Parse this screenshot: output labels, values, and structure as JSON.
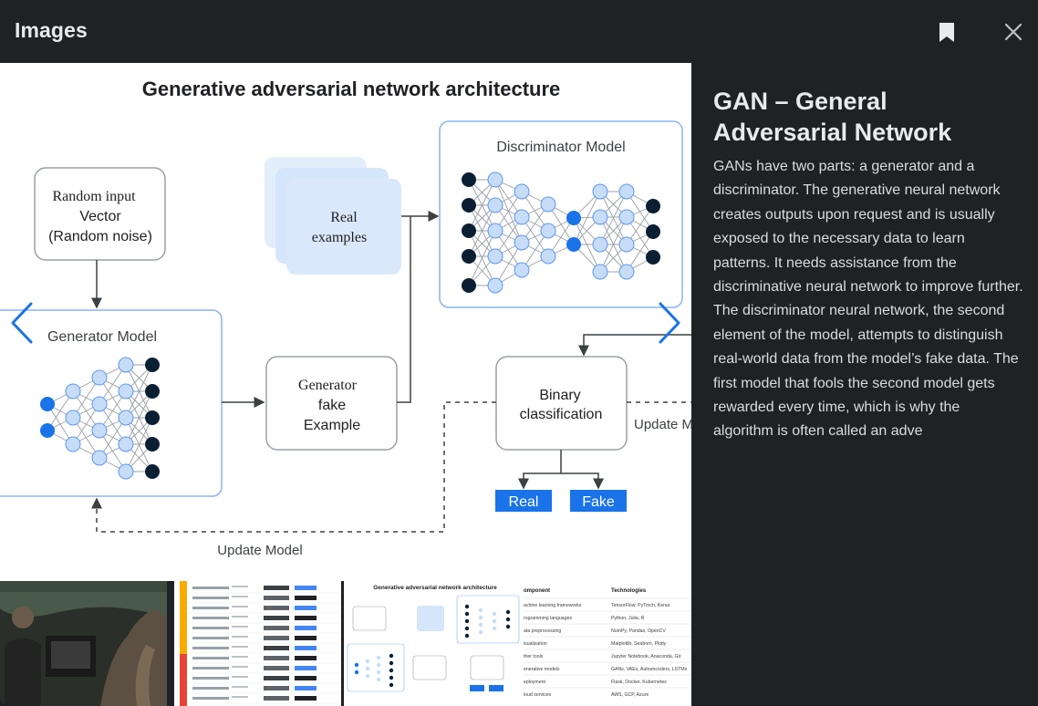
{
  "header": {
    "title": "Images"
  },
  "icons": {
    "bookmark": "bookmark-icon",
    "close": "close-icon",
    "prev": "chevron-left-icon",
    "next": "chevron-right-icon"
  },
  "colors": {
    "accent": "#1a73e8",
    "node_dark": "#0b1f33",
    "node_blue": "#1a73e8",
    "node_light": "#c7dcf7",
    "label_blue": "#1a73e8"
  },
  "diagram": {
    "title": "Generative adversarial network architecture",
    "random_input_lines": [
      "Random input",
      "Vector",
      "(Random noise)"
    ],
    "real_examples_lines": [
      "Real",
      "examples"
    ],
    "discriminator_label": "Discriminator Model",
    "generator_label": "Generator Model",
    "fake_lines": [
      "Generator",
      "fake",
      "Example"
    ],
    "binary_lines": [
      "Binary",
      "classification"
    ],
    "real_label": "Real",
    "fake_label": "Fake",
    "update_left": "Update Model",
    "update_right": "Update M"
  },
  "info": {
    "title": "GAN – General Adversarial Network",
    "description": "GANs have two parts: a generator and a discriminator. The generative neural network creates outputs upon request and is usually exposed to the necessary data to learn patterns. It needs assistance from the discriminative neural network to improve further. The discriminator neural network, the second element of the model, attempts to distinguish real-world data from the model’s fake data. The first model that fools the second model gets rewarded every time, which is why the algorithm is often called an adve"
  },
  "thumbnails": {
    "t3_title": "Generative adversarial network architecture",
    "t4_header": [
      "omponent",
      "Technologies"
    ],
    "t4_rows": [
      [
        "achine learning frameworks",
        "TensorFlow, PyTorch, Keras"
      ],
      [
        "rogramming languages",
        "Python, Julia, R"
      ],
      [
        "ata preprocessing",
        "NumPy, Pandas, OpenCV"
      ],
      [
        "isualization",
        "Matplotlib, Seaborn, Plotly"
      ],
      [
        "ther tools",
        "Jupyter Notebook, Anaconda, Git"
      ],
      [
        "enerative models",
        "GANs, VAEs, Autoencoders, LSTMs"
      ],
      [
        "eployment",
        "Flask, Docker, Kubernetes"
      ],
      [
        "loud services",
        "AWS, GCP, Azure"
      ]
    ]
  }
}
